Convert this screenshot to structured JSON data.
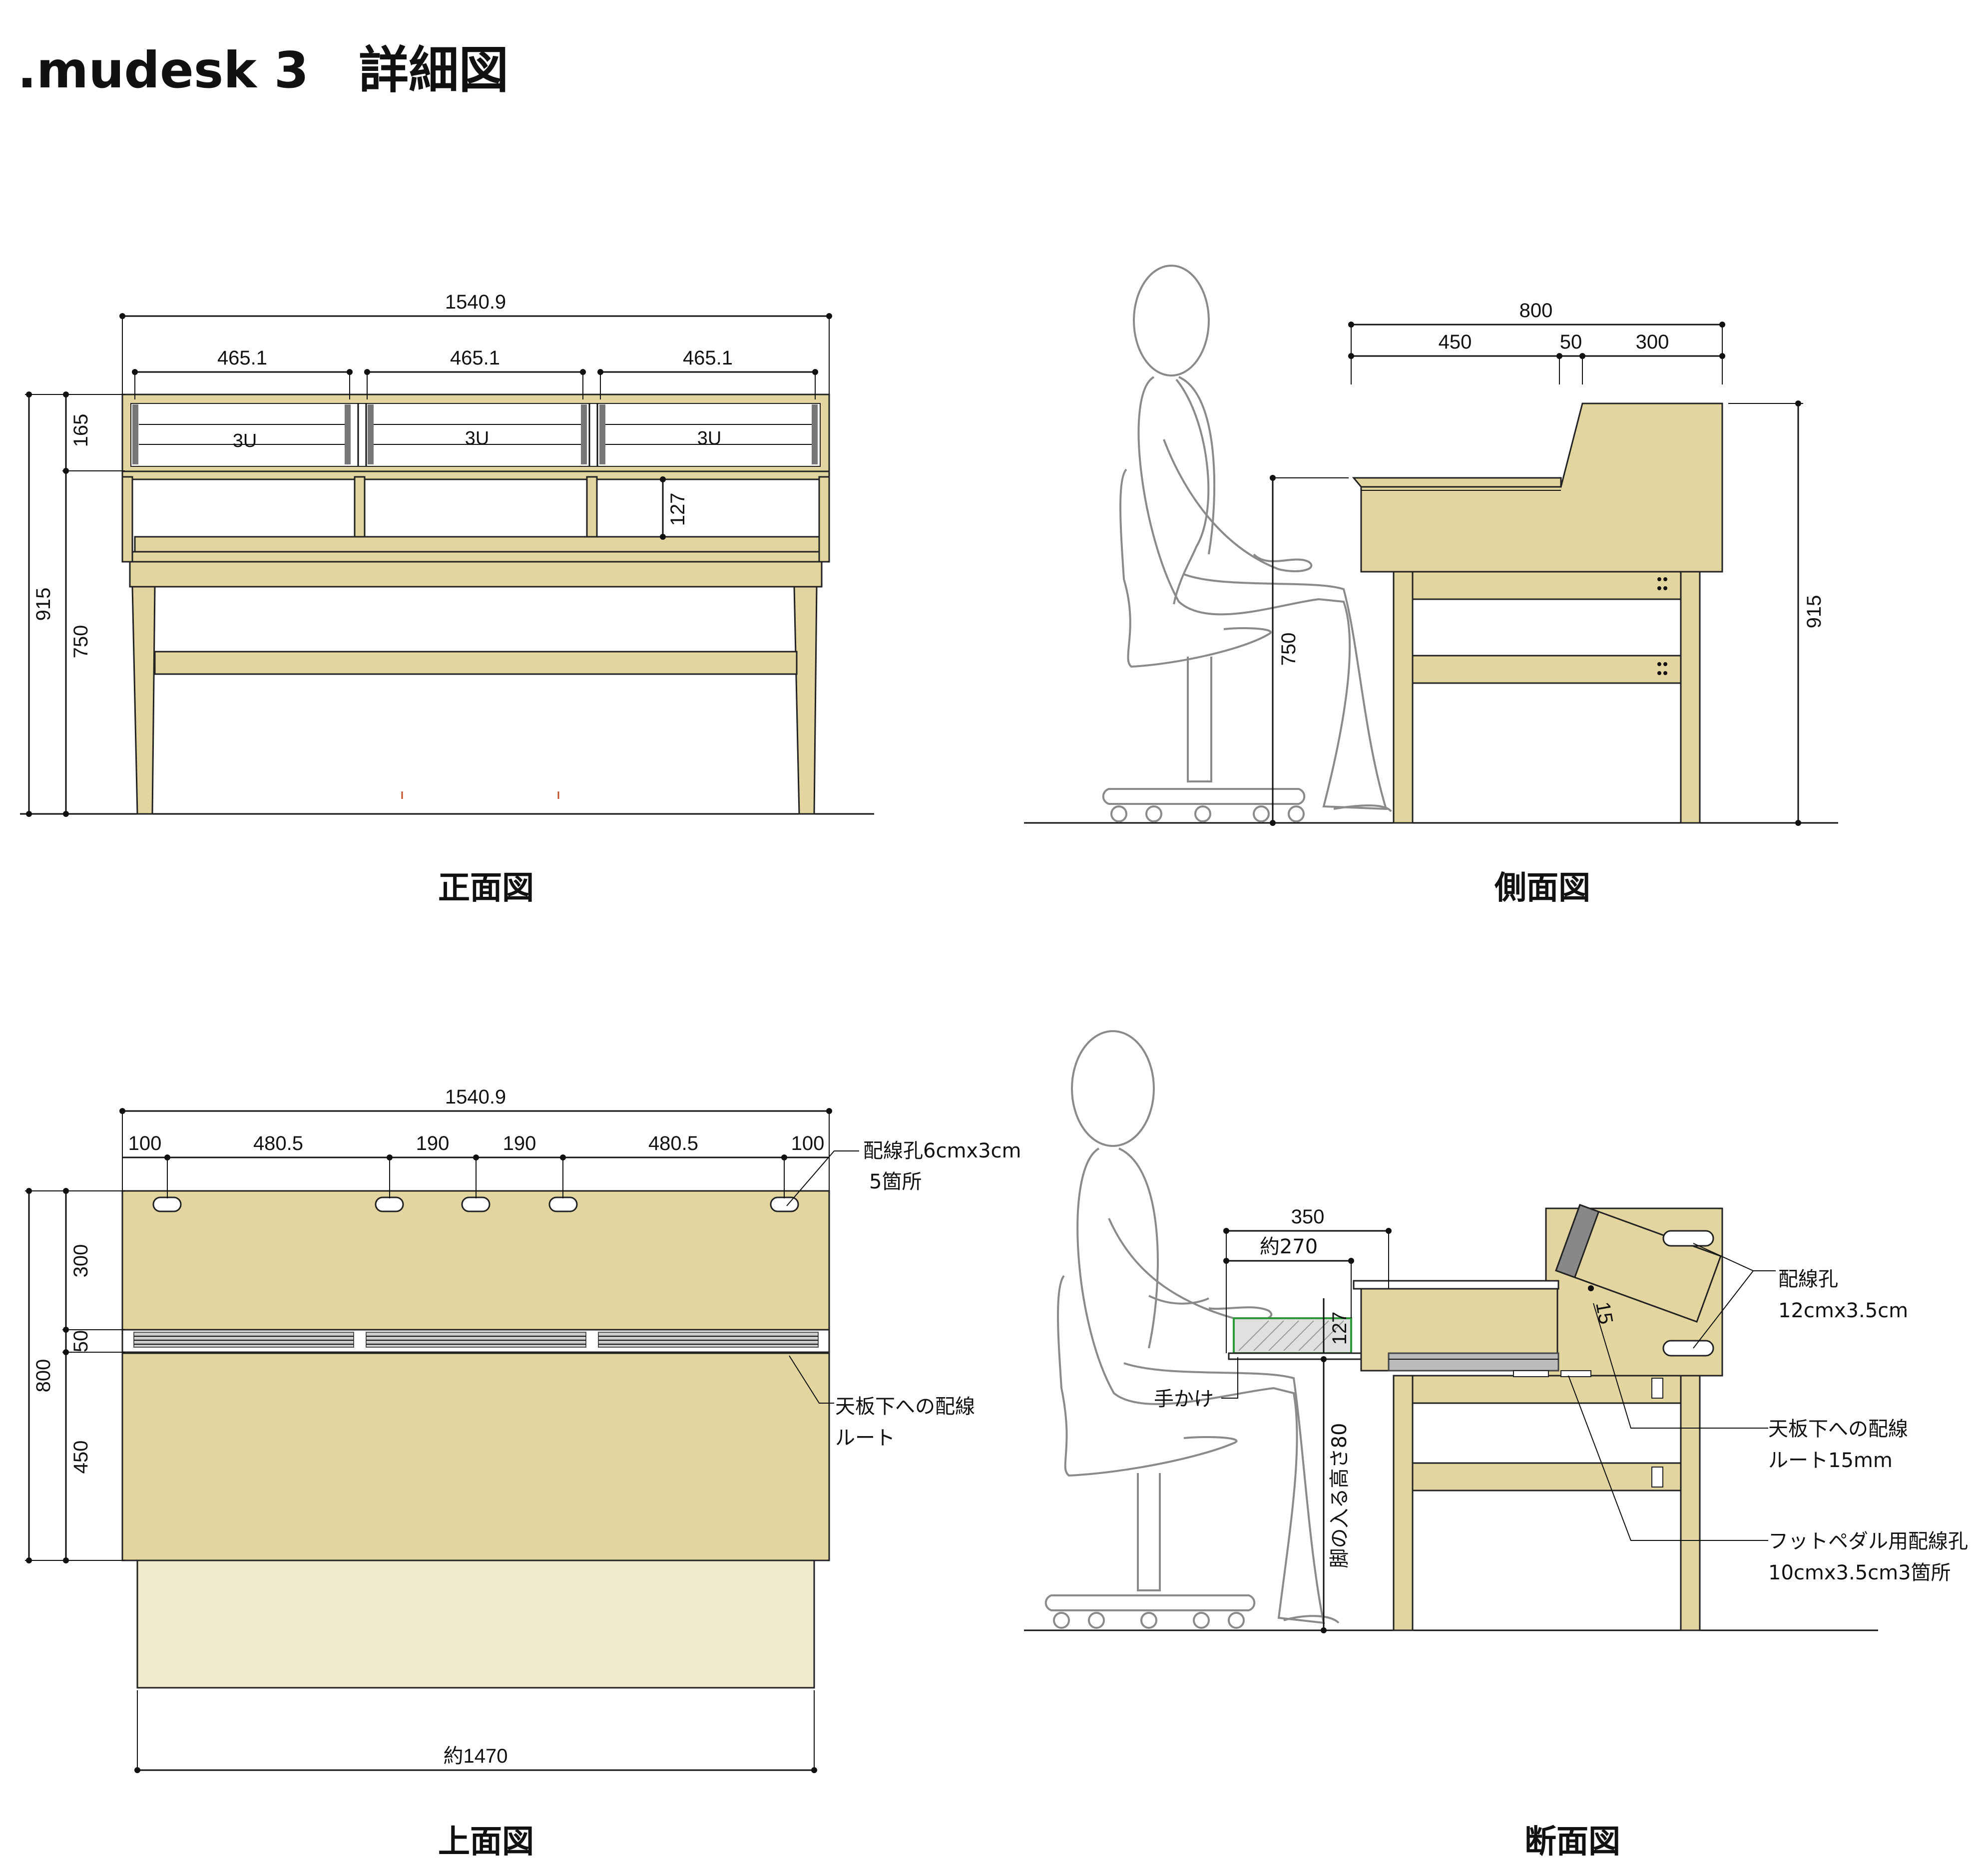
{
  "title": ".mudesk 3　詳細図",
  "views": {
    "front": {
      "caption": "正面図",
      "dims": {
        "total_width": "1540.9",
        "bay1": "465.1",
        "bay2": "465.1",
        "bay3": "465.1",
        "height_total": "915",
        "height_upper": "165",
        "height_desk": "750",
        "gap": "127"
      },
      "rack_units": [
        "3U",
        "3U",
        "3U"
      ]
    },
    "side": {
      "caption": "側面図",
      "dims": {
        "depth_total": "800",
        "depth_front": "450",
        "depth_gap": "50",
        "depth_rear": "300",
        "desk_height": "750",
        "total_height": "915"
      }
    },
    "top": {
      "caption": "上面図",
      "dims": {
        "total_width": "1540.9",
        "d1": "100",
        "d2": "480.5",
        "d3": "190",
        "d4": "190",
        "d5": "480.5",
        "d6": "100",
        "depth_total": "800",
        "depth_rear": "300",
        "depth_gap": "50",
        "depth_front": "450",
        "under_width": "約1470"
      },
      "notes": {
        "cable_holes_1": "配線孔6cmx3cm",
        "cable_holes_2": "5箇所",
        "route_1": "天板下への配線",
        "route_2": "ルート"
      }
    },
    "section": {
      "caption": "断面図",
      "dims": {
        "tray_depth": "350",
        "tray_inner": "約270",
        "tray_height": "127",
        "slot": "15",
        "knee_height": "脚の入る高さ80"
      },
      "notes": {
        "handle": "手かけ",
        "cable_hole_1": "配線孔",
        "cable_hole_2": "12cmx3.5cm",
        "route_1": "天板下への配線",
        "route_2": "ルート15mm",
        "pedal_1": "フットペダル用配線孔",
        "pedal_2": "10cmx3.5cm3箇所"
      }
    }
  },
  "colors": {
    "wood": "#e2d5a0",
    "wood_light": "#f0e9cd",
    "figure": "#8a8a8a",
    "tray": "#2e9a3a"
  }
}
